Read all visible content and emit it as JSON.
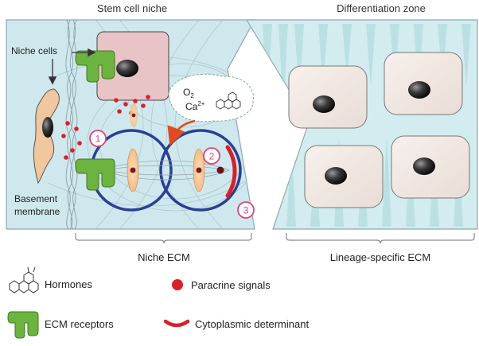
{
  "panels": {
    "left_title": "Stem cell niche",
    "right_title": "Differentiation zone"
  },
  "labels": {
    "niche_cells": "Niche cells",
    "basement_membrane_line1": "Basement",
    "basement_membrane_line2": "membrane",
    "oxygen": "O",
    "oxygen_sub": "2",
    "calcium": "Ca",
    "calcium_sup": "2+",
    "mechanism_1": "1",
    "mechanism_2": "2",
    "mechanism_3": "3"
  },
  "brackets": {
    "left": "Niche ECM",
    "right": "Lineage-specific ECM"
  },
  "legend": {
    "hormones": "Hormones",
    "paracrine": "Paracrine signals",
    "ecm_receptors": "ECM receptors",
    "cytoplasmic": "Cytoplasmic determinant"
  },
  "colors": {
    "niche_bg": "#cfe8ee",
    "zone_bg": "#d3ecef",
    "niche_cell": "#e8c4c6",
    "fibroblast": "#f0c79e",
    "ecm_receptor": "#6cb33f",
    "paracrine": "#d7202a",
    "dividing_cell_outline": "#2a3f94",
    "marker_pink": "#e0457b",
    "differentiated_cell": "#f3ebe6"
  }
}
